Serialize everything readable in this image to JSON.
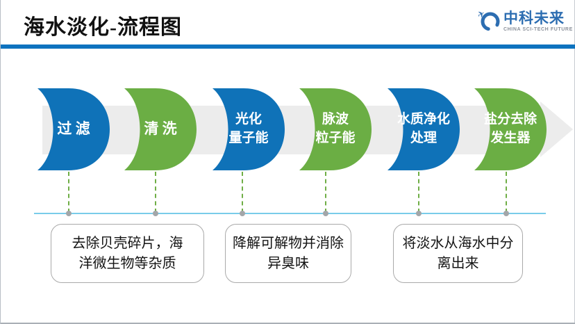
{
  "header": {
    "title": "海水淡化-流程图",
    "logo": {
      "name": "中科未来",
      "subtitle": "CHINA SCI-TECH FUTURE"
    }
  },
  "flow": {
    "steps": [
      {
        "label": "过 滤",
        "color": "#0f72b8"
      },
      {
        "label": "清 洗",
        "color": "#6bae44"
      },
      {
        "label": "光化\n量子能",
        "color": "#0f72b8"
      },
      {
        "label": "脉波\n粒子能",
        "color": "#6bae44"
      },
      {
        "label": "水质净化\n处理",
        "color": "#0f72b8"
      },
      {
        "label": "盐分去除\n发生器",
        "color": "#6bae44"
      }
    ]
  },
  "notes": [
    {
      "text": "去除贝壳碎片，海\n洋微生物等杂质"
    },
    {
      "text": "降解可解物并消除\n异臭味"
    },
    {
      "text": "将淡水从海水中分\n离出来"
    }
  ],
  "colors": {
    "step_blue": "#0f72b8",
    "step_green": "#6bae44",
    "title_rule_blue": "#0e73bf",
    "timeline_cyan": "#79cce9",
    "connector_green": "#6fae45",
    "arrow_gray": "#ececec",
    "logo_blue": "#2c6db1"
  }
}
